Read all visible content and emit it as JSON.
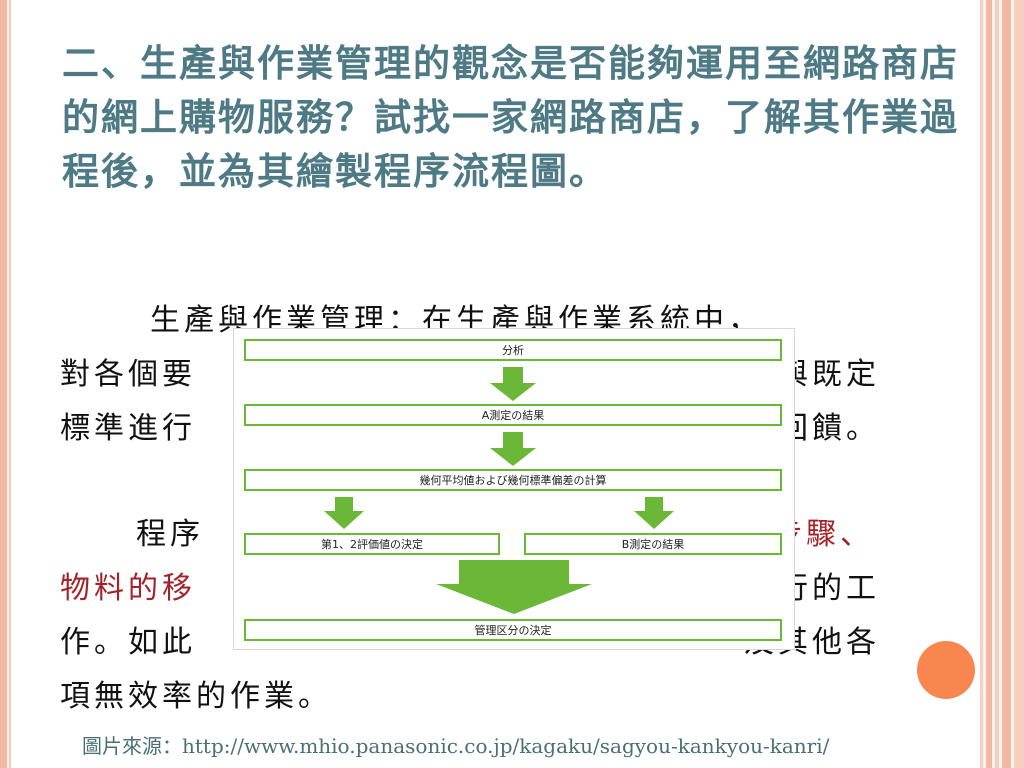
{
  "title": "二、生產與作業管理的觀念是否能夠運用至網路商店的網上購物服務？試找一家網路商店，了解其作業過程後，並為其繪製程序流程圖。",
  "paragraph1": {
    "line1": "生產與作業管理：在生產與作業系統中，",
    "line2_left": "對各個要",
    "line2_right": "果與既定",
    "line3_left": "標準進行",
    "line3_right": "以回饋。"
  },
  "paragraph2": {
    "line1_left": "程序",
    "line1_right_red": "步驟、",
    "line2_left_red": "物料的移",
    "line2_right": "執行的工",
    "line3_left": "作。如此",
    "line3_right": "及其他各",
    "line4": "項無效率的作業。"
  },
  "flowchart": {
    "step1": "分析",
    "step2": "A測定の結果",
    "step3": "幾何平均値および幾何標準偏差の計算",
    "step4a": "第1、2評価値の決定",
    "step4b": "B測定の結果",
    "step5": "管理区分の決定",
    "arrow_color": "#6bb838"
  },
  "source": "圖片來源：http://www.mhio.panasonic.co.jp/kagaku/sagyou-kankyou-kanri/",
  "colors": {
    "title": "#4d7a85",
    "highlight": "#a3232a",
    "accent_circle": "#f7874f",
    "stripe": "#f3b8a3"
  }
}
